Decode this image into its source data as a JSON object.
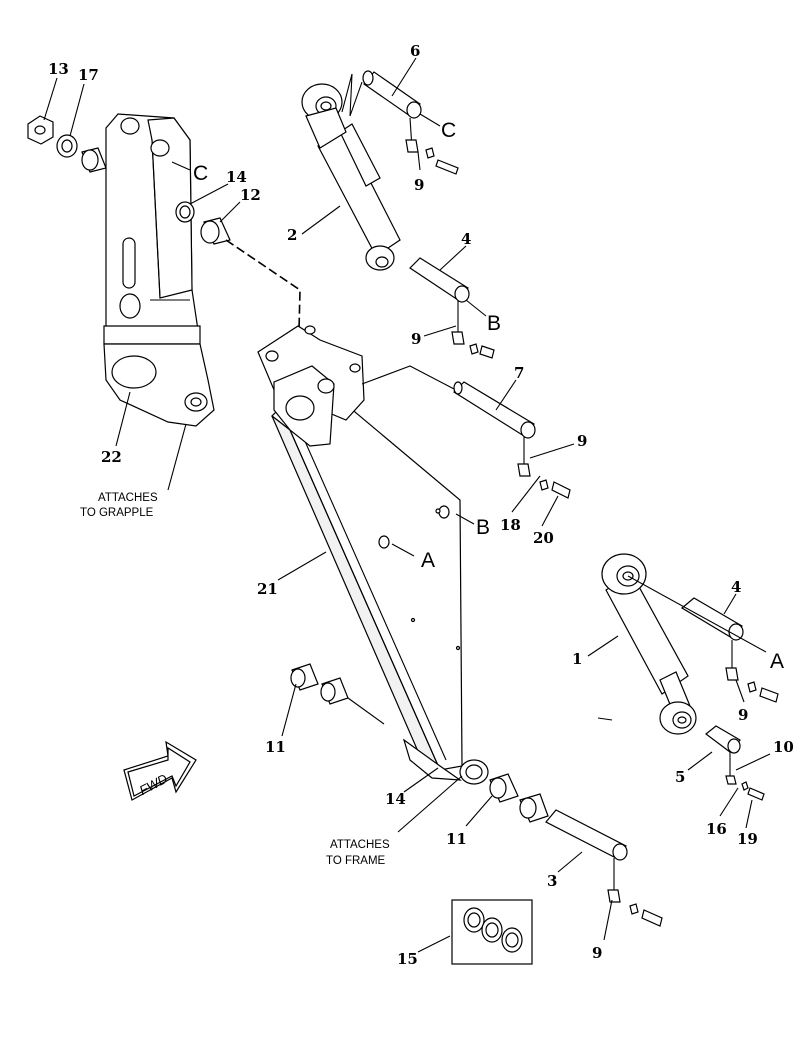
{
  "callouts": [
    "1",
    "2",
    "3",
    "4",
    "4",
    "5",
    "6",
    "7",
    "9",
    "9",
    "9",
    "9",
    "9",
    "10",
    "11",
    "11",
    "12",
    "13",
    "14",
    "14",
    "15",
    "16",
    "17",
    "18",
    "19",
    "20",
    "21",
    "22"
  ],
  "refs": [
    "A",
    "A",
    "B",
    "B",
    "C",
    "C"
  ],
  "notes": {
    "grapple_line1": "ATTACHES",
    "grapple_line2": "TO GRAPPLE",
    "frame_line1": "ATTACHES",
    "frame_line2": "TO FRAME"
  },
  "fwd_label": "FWD"
}
